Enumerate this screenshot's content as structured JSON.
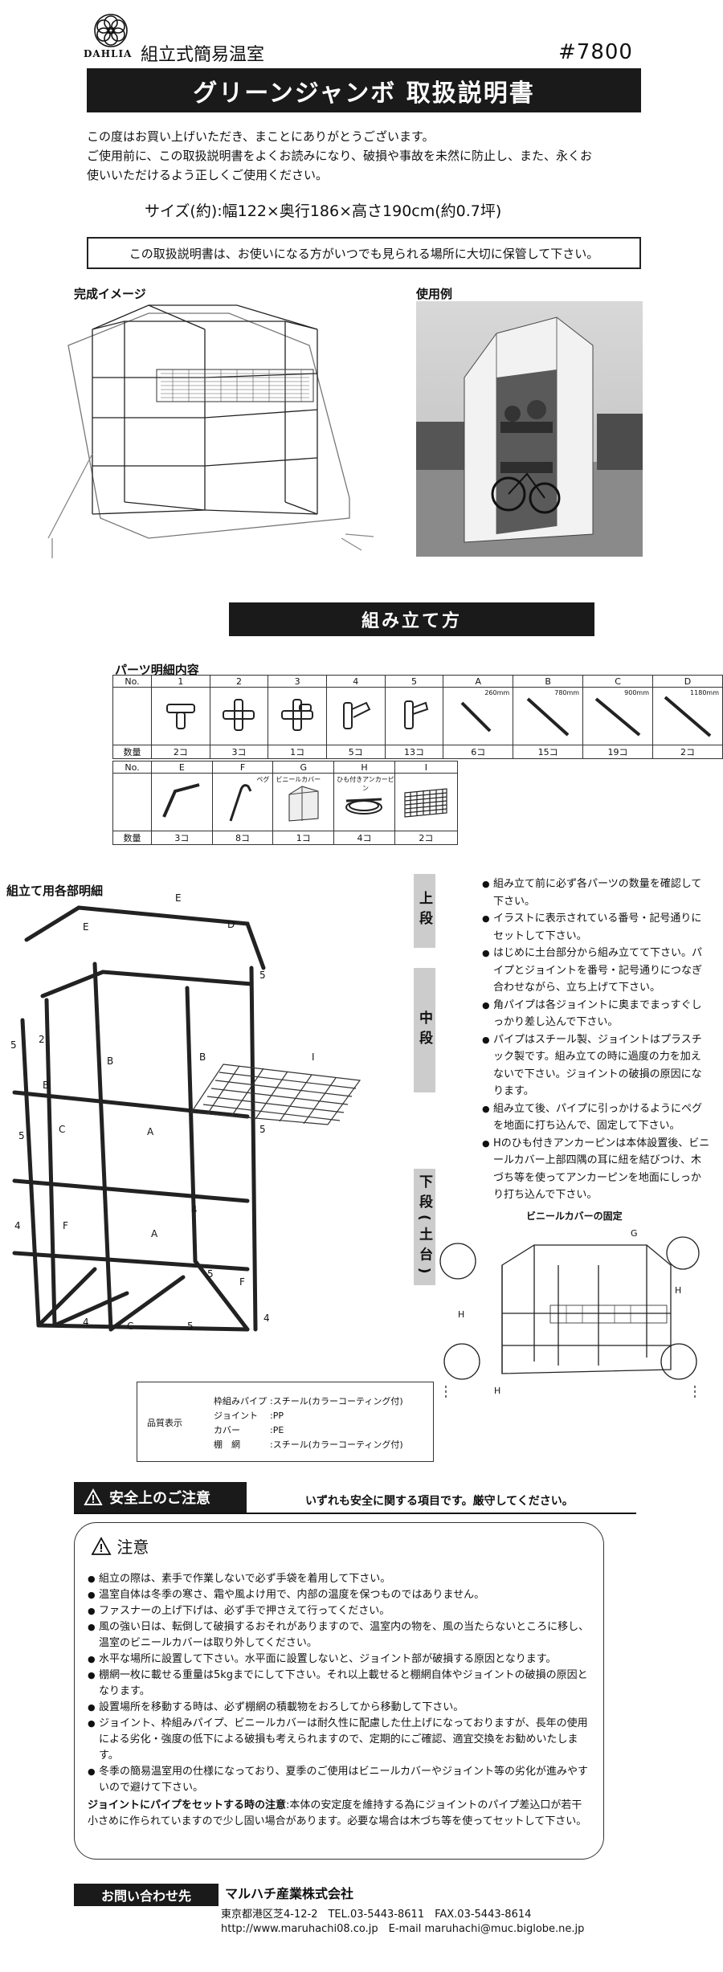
{
  "header": {
    "brand": "DAHLIA",
    "product_type": "組立式簡易温室",
    "model": "#7800",
    "title": "グリーンジャンボ 取扱説明書"
  },
  "intro": {
    "line1": "この度はお買い上げいただき、まことにありがとうございます。",
    "line2": "ご使用前に、この取扱説明書をよくお読みになり、破損や事故を未然に防止し、また、永くお",
    "line3": "使いいただけるよう正しくご使用ください。",
    "size": "サイズ(約):幅122×奥行186×高さ190cm(約0.7坪)",
    "keep_note": "この取扱説明書は、お使いになる方がいつでも見られる場所に大切に保管して下さい。"
  },
  "images": {
    "complete_label": "完成イメージ",
    "usage_label": "使用例"
  },
  "assembly": {
    "title": "組み立て方",
    "parts_title": "パーツ明細内容",
    "no_label": "No.",
    "qty_label": "数量",
    "row1": [
      {
        "no": "1",
        "qty": "2コ"
      },
      {
        "no": "2",
        "qty": "3コ"
      },
      {
        "no": "3",
        "qty": "1コ"
      },
      {
        "no": "4",
        "qty": "5コ"
      },
      {
        "no": "5",
        "qty": "13コ"
      },
      {
        "no": "A",
        "qty": "6コ",
        "len": "260mm"
      },
      {
        "no": "B",
        "qty": "15コ",
        "len": "780mm"
      },
      {
        "no": "C",
        "qty": "19コ",
        "len": "900mm"
      },
      {
        "no": "D",
        "qty": "2コ",
        "len": "1180mm"
      }
    ],
    "row2": [
      {
        "no": "E",
        "qty": "3コ"
      },
      {
        "no": "F",
        "qty": "8コ",
        "sub": "ペグ"
      },
      {
        "no": "G",
        "qty": "1コ",
        "sub": "ビニールカバー"
      },
      {
        "no": "H",
        "qty": "4コ",
        "sub": "ひも付きアンカーピン"
      },
      {
        "no": "I",
        "qty": "2コ"
      }
    ],
    "detail_title": "組立て用各部明細",
    "steps": {
      "top": "上段",
      "mid": "中段",
      "bottom": "下段(土台)"
    },
    "cover_title": "ビニールカバーの固定",
    "instructions": [
      "組み立て前に必ず各パーツの数量を確認して下さい。",
      "イラストに表示されている番号・記号通りにセットして下さい。",
      "はじめに土台部分から組み立てて下さい。パイプとジョイントを番号・記号通りにつなぎ合わせながら、立ち上げて下さい。",
      "角パイプは各ジョイントに奥までまっすぐしっかり差し込んで下さい。",
      "パイプはスチール製、ジョイントはプラスチック製です。組み立ての時に過度の力を加えないで下さい。ジョイントの破損の原因になります。",
      "組み立て後、パイプに引っかけるようにペグを地面に打ち込んで、固定して下さい。",
      "Hのひも付きアンカーピンは本体設置後、ビニールカバー上部四隅の耳に紐を結びつけ、木づち等を使ってアンカーピンを地面にしっかり打ち込んで下さい。"
    ]
  },
  "material": {
    "label": "品質表示",
    "items": [
      {
        "k": "枠組みパイプ",
        "v": ":スチール(カラーコーティング付)"
      },
      {
        "k": "ジョイント",
        "v": ":PP"
      },
      {
        "k": "カバー",
        "v": ":PE"
      },
      {
        "k": "棚　網",
        "v": ":スチール(カラーコーティング付)"
      }
    ]
  },
  "safety": {
    "title": "安全上のご注意",
    "note": "いずれも安全に関する項目です。厳守してください。",
    "caution_title": "注意",
    "items": [
      "組立の際は、素手で作業しないで必ず手袋を着用して下さい。",
      "温室自体は冬季の寒さ、霜や風よけ用で、内部の温度を保つものではありません。",
      "ファスナーの上げ下げは、必ず手で押さえて行ってください。",
      "風の強い日は、転倒して破損するおそれがありますので、温室内の物を、風の当たらないところに移し、温室のビニールカバーは取り外してください。",
      "水平な場所に設置して下さい。水平面に設置しないと、ジョイント部が破損する原因となります。",
      "棚網一枚に載せる重量は5kgまでにして下さい。それ以上載せると棚網自体やジョイントの破損の原因となります。",
      "設置場所を移動する時は、必ず棚網の積載物をおろしてから移動して下さい。",
      "ジョイント、枠組みパイプ、ビニールカバーは耐久性に配慮した仕上げになっておりますが、長年の使用による劣化・強度の低下による破損も考えられますので、定期的にご確認、適宜交換をお勧めいたします。",
      "冬季の簡易温室用の仕様になっており、夏季のご使用はビニールカバーやジョイント等の劣化が進みやすいので避けて下さい。"
    ],
    "joint_bold": "ジョイントにパイプをセットする時の注意",
    "joint_text": ":本体の安定度を維持する為にジョイントのパイプ差込口が若干小さめに作られていますので少し固い場合があります。必要な場合は木づち等を使ってセットして下さい。"
  },
  "contact": {
    "label": "お問い合わせ先",
    "company": "マルハチ産業株式会社",
    "address": "東京都港区芝4-12-2　TEL.03-5443-8611　FAX.03-5443-8614",
    "web": "http://www.maruhachi08.co.jp　E-mail maruhachi@muc.biglobe.ne.jp"
  }
}
